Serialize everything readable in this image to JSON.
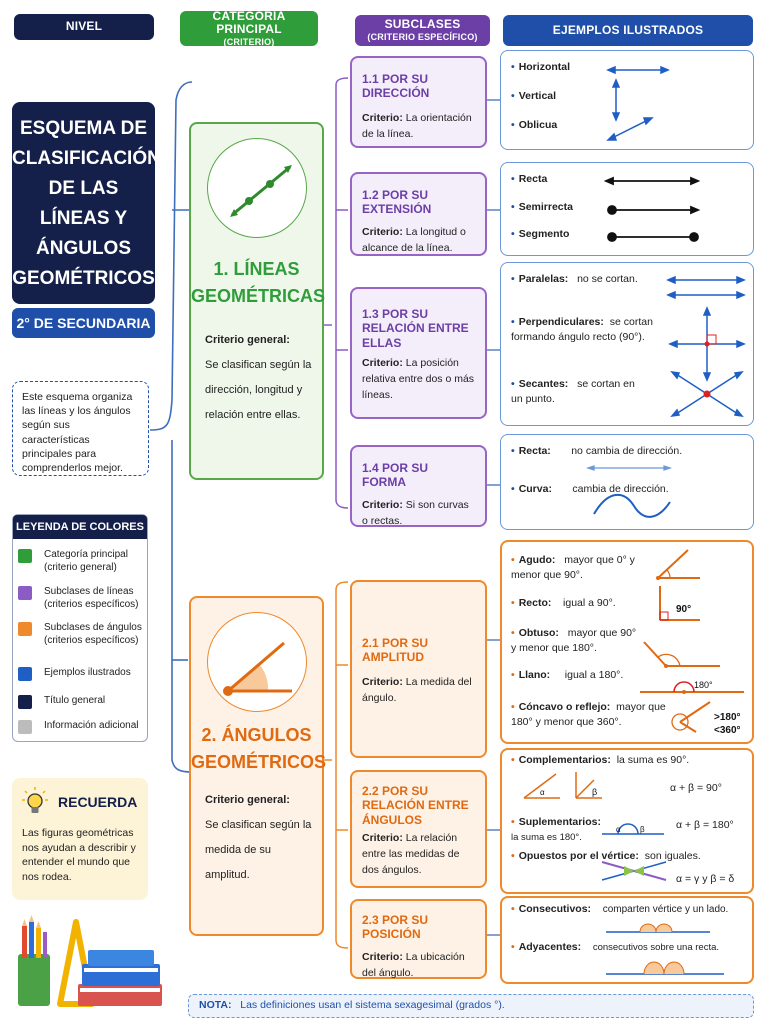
{
  "headers": {
    "nivel": "NIVEL",
    "categoria": "CATEGORÍA PRINCIPAL",
    "categoria_sub": "(CRITERIO)",
    "subclases": "SUBCLASES",
    "subclases_sub": "(CRITERIO ESPECÍFICO)",
    "ejemplos": "EJEMPLOS ILUSTRADOS"
  },
  "title": {
    "lines": [
      "ESQUEMA DE",
      "CLASIFICACIÓN",
      "DE LAS",
      "LÍNEAS Y",
      "ÁNGULOS",
      "GEOMÉTRICOS"
    ],
    "level": "2° DE SECUNDARIA"
  },
  "intro": "Este esquema organiza las líneas y los ángulos según sus características principales para comprenderlos mejor.",
  "legend": {
    "title": "LEYENDA DE COLORES",
    "items": [
      {
        "color": "#2f9d3a",
        "label": "Categoría principal (criterio general)"
      },
      {
        "color": "#8b5cc4",
        "label": "Subclases de líneas (criterios específicos)"
      },
      {
        "color": "#ee8a2c",
        "label": "Subclases de ángulos (criterios específicos)"
      },
      {
        "color": "#1f5fc4",
        "label": "Ejemplos ilustrados"
      },
      {
        "color": "#14204a",
        "label": "Título general"
      },
      {
        "color": "#bcbcbc",
        "label": "Información adicional"
      }
    ]
  },
  "recuerda": {
    "title": "RECUERDA",
    "text": "Las figuras geométricas nos ayudan a describir y entender el mundo que nos rodea."
  },
  "categories": {
    "lineas": {
      "title_1": "1. LÍNEAS",
      "title_2": "GEOMÉTRICAS",
      "crit_label": "Criterio general:",
      "crit_text": "Se clasifican según la dirección, longitud y relación entre ellas."
    },
    "angulos": {
      "title_1": "2. ÁNGULOS",
      "title_2": "GEOMÉTRICOS",
      "crit_label": "Criterio general:",
      "crit_text": "Se clasifican según la medida de su amplitud."
    }
  },
  "subclasses": {
    "s11": {
      "title": "1.1 POR SU DIRECCIÓN",
      "label": "Criterio:",
      "text": "La orientación de la línea."
    },
    "s12": {
      "title": "1.2 POR SU EXTENSIÓN",
      "label": "Criterio:",
      "text": "La longitud o alcance de la línea."
    },
    "s13": {
      "title": "1.3 POR SU RELACIÓN ENTRE ELLAS",
      "label": "Criterio:",
      "text": "La posición relativa entre dos o más líneas."
    },
    "s14": {
      "title": "1.4 POR SU FORMA",
      "label": "Criterio:",
      "text": "Si son curvas o rectas."
    },
    "s21": {
      "title": "2.1 POR SU AMPLITUD",
      "label": "Criterio:",
      "text": "La medida del ángulo."
    },
    "s22": {
      "title": "2.2 POR SU RELACIÓN ENTRE ÁNGULOS",
      "label": "Criterio:",
      "text": "La relación entre las medidas de dos ángulos."
    },
    "s23": {
      "title": "2.3 POR SU POSICIÓN",
      "label": "Criterio:",
      "text": "La ubicación del ángulo."
    }
  },
  "examples": {
    "e11": [
      "Horizontal",
      "Vertical",
      "Oblicua"
    ],
    "e12": [
      "Recta",
      "Semirrecta",
      "Segmento"
    ],
    "e13": {
      "paralelas_label": "Paralelas:",
      "paralelas_text": "no se cortan.",
      "perp_label": "Perpendiculares:",
      "perp_text": "se cortan formando ángulo recto (90°).",
      "secantes_label": "Secantes:",
      "secantes_text": "se cortan en un punto."
    },
    "e14": {
      "recta_label": "Recta:",
      "recta_text": "no cambia de dirección.",
      "curva_label": "Curva:",
      "curva_text": "cambia de dirección."
    },
    "e21": {
      "agudo_label": "Agudo:",
      "agudo_text": "mayor que 0° y menor que 90°.",
      "recto_label": "Recto:",
      "recto_text": "igual a 90°.",
      "recto_mark": "90°",
      "obtuso_label": "Obtuso:",
      "obtuso_text": "mayor que 90° y menor que 180°.",
      "llano_label": "Llano:",
      "llano_text": "igual a 180°.",
      "llano_mark": "180°",
      "concavo_label": "Cóncavo o reflejo:",
      "concavo_text": "mayor que 180° y menor que 360°.",
      "concavo_mark_1": ">180°",
      "concavo_mark_2": "<360°"
    },
    "e22": {
      "comp_label": "Complementarios:",
      "comp_text": "la suma es 90°.",
      "comp_formula": "α + β = 90°",
      "supl_label": "Suplementarios:",
      "supl_text": "la suma es 180°.",
      "supl_formula": "α + β = 180°",
      "op_label": "Opuestos por el vértice:",
      "op_text": "son iguales.",
      "op_formula": "α = γ  y  β = δ",
      "alpha": "α",
      "beta": "β"
    },
    "e23": {
      "cons_label": "Consecutivos:",
      "cons_text": "comparten vértice y un lado.",
      "ady_label": "Adyacentes:",
      "ady_text": "consecutivos sobre una recta."
    }
  },
  "nota": {
    "label": "NOTA:",
    "text": "Las definiciones usan el sistema sexagesimal (grados °)."
  },
  "colors": {
    "navy": "#14204a",
    "green": "#2f9d3a",
    "purple": "#6b3fa6",
    "orange": "#ee8a2c",
    "blue": "#1f5fc4"
  }
}
